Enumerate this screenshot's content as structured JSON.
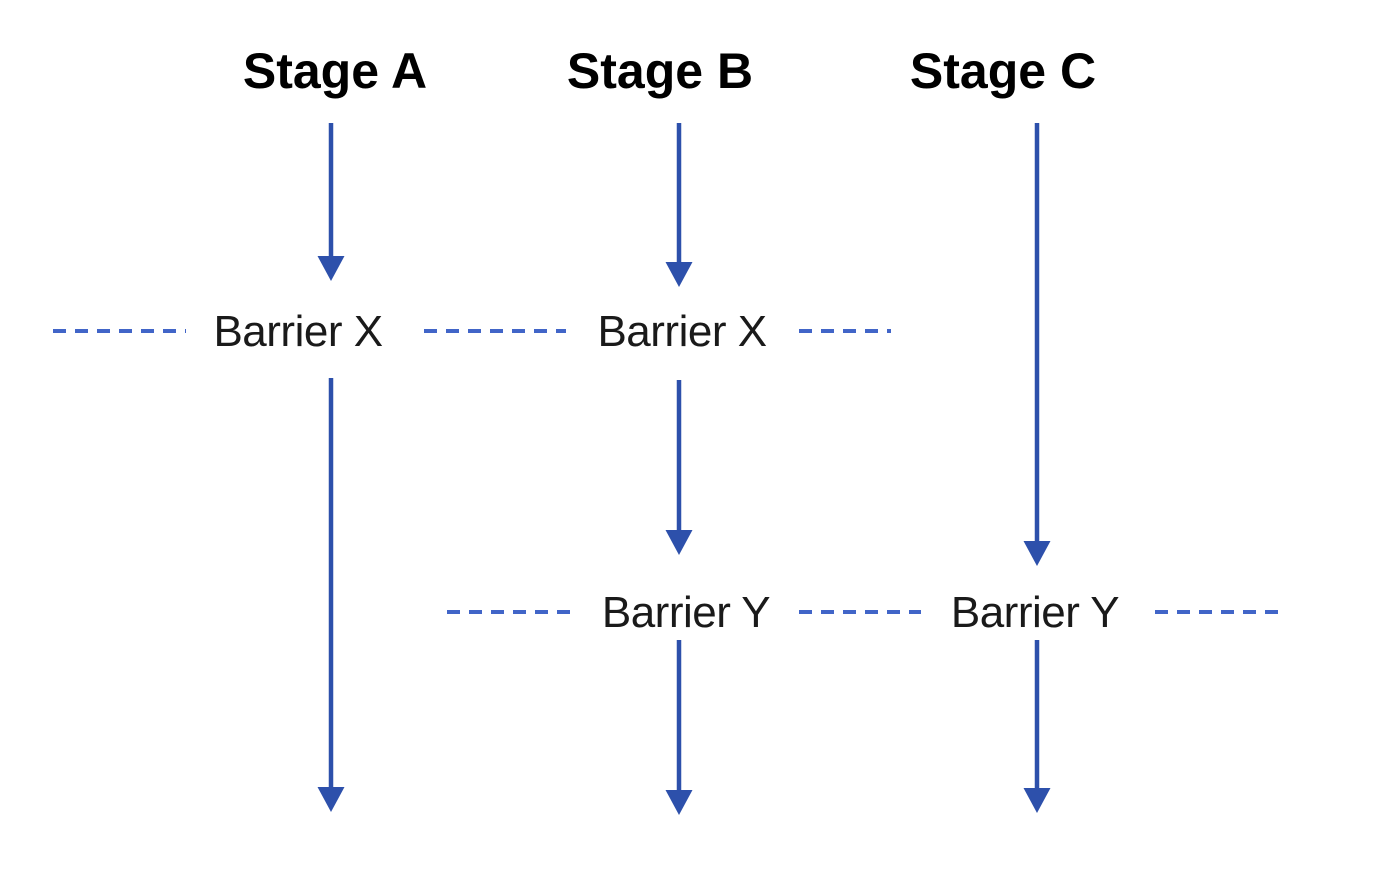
{
  "diagram": {
    "type": "staged-flow-with-barriers",
    "stages": [
      {
        "label": "Stage A"
      },
      {
        "label": "Stage B"
      },
      {
        "label": "Stage C"
      }
    ],
    "barrier_rows": {
      "row_x": {
        "left_label": "Barrier X",
        "right_label": "Barrier X"
      },
      "row_y": {
        "left_label": "Barrier Y",
        "right_label": "Barrier Y"
      }
    },
    "colors": {
      "arrow": "#2d50ab",
      "dash": "#4165c8",
      "header_text": "#000000",
      "label_text": "#1a1a1a"
    }
  }
}
